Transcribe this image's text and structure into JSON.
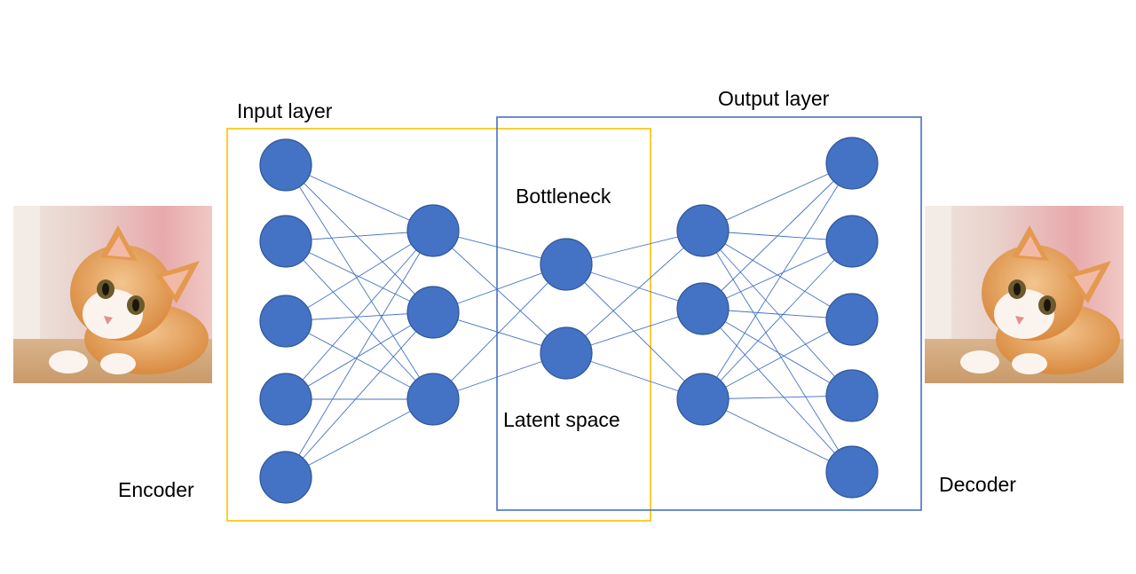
{
  "labels": {
    "input_layer": "Input layer",
    "output_layer": "Output layer",
    "bottleneck": "Bottleneck",
    "latent_space": "Latent space",
    "encoder": "Encoder",
    "decoder": "Decoder"
  },
  "network": {
    "layers": [
      5,
      3,
      2,
      3,
      5
    ],
    "node_color": "#4472c4",
    "node_stroke": "#2f5597",
    "edge_color": "#4472c4"
  },
  "boxes": {
    "encoder_box_color": "#ffc000",
    "decoder_box_color": "#4472c4"
  },
  "images": {
    "input_image": "cat-photo",
    "output_image": "cat-photo-reconstructed"
  }
}
